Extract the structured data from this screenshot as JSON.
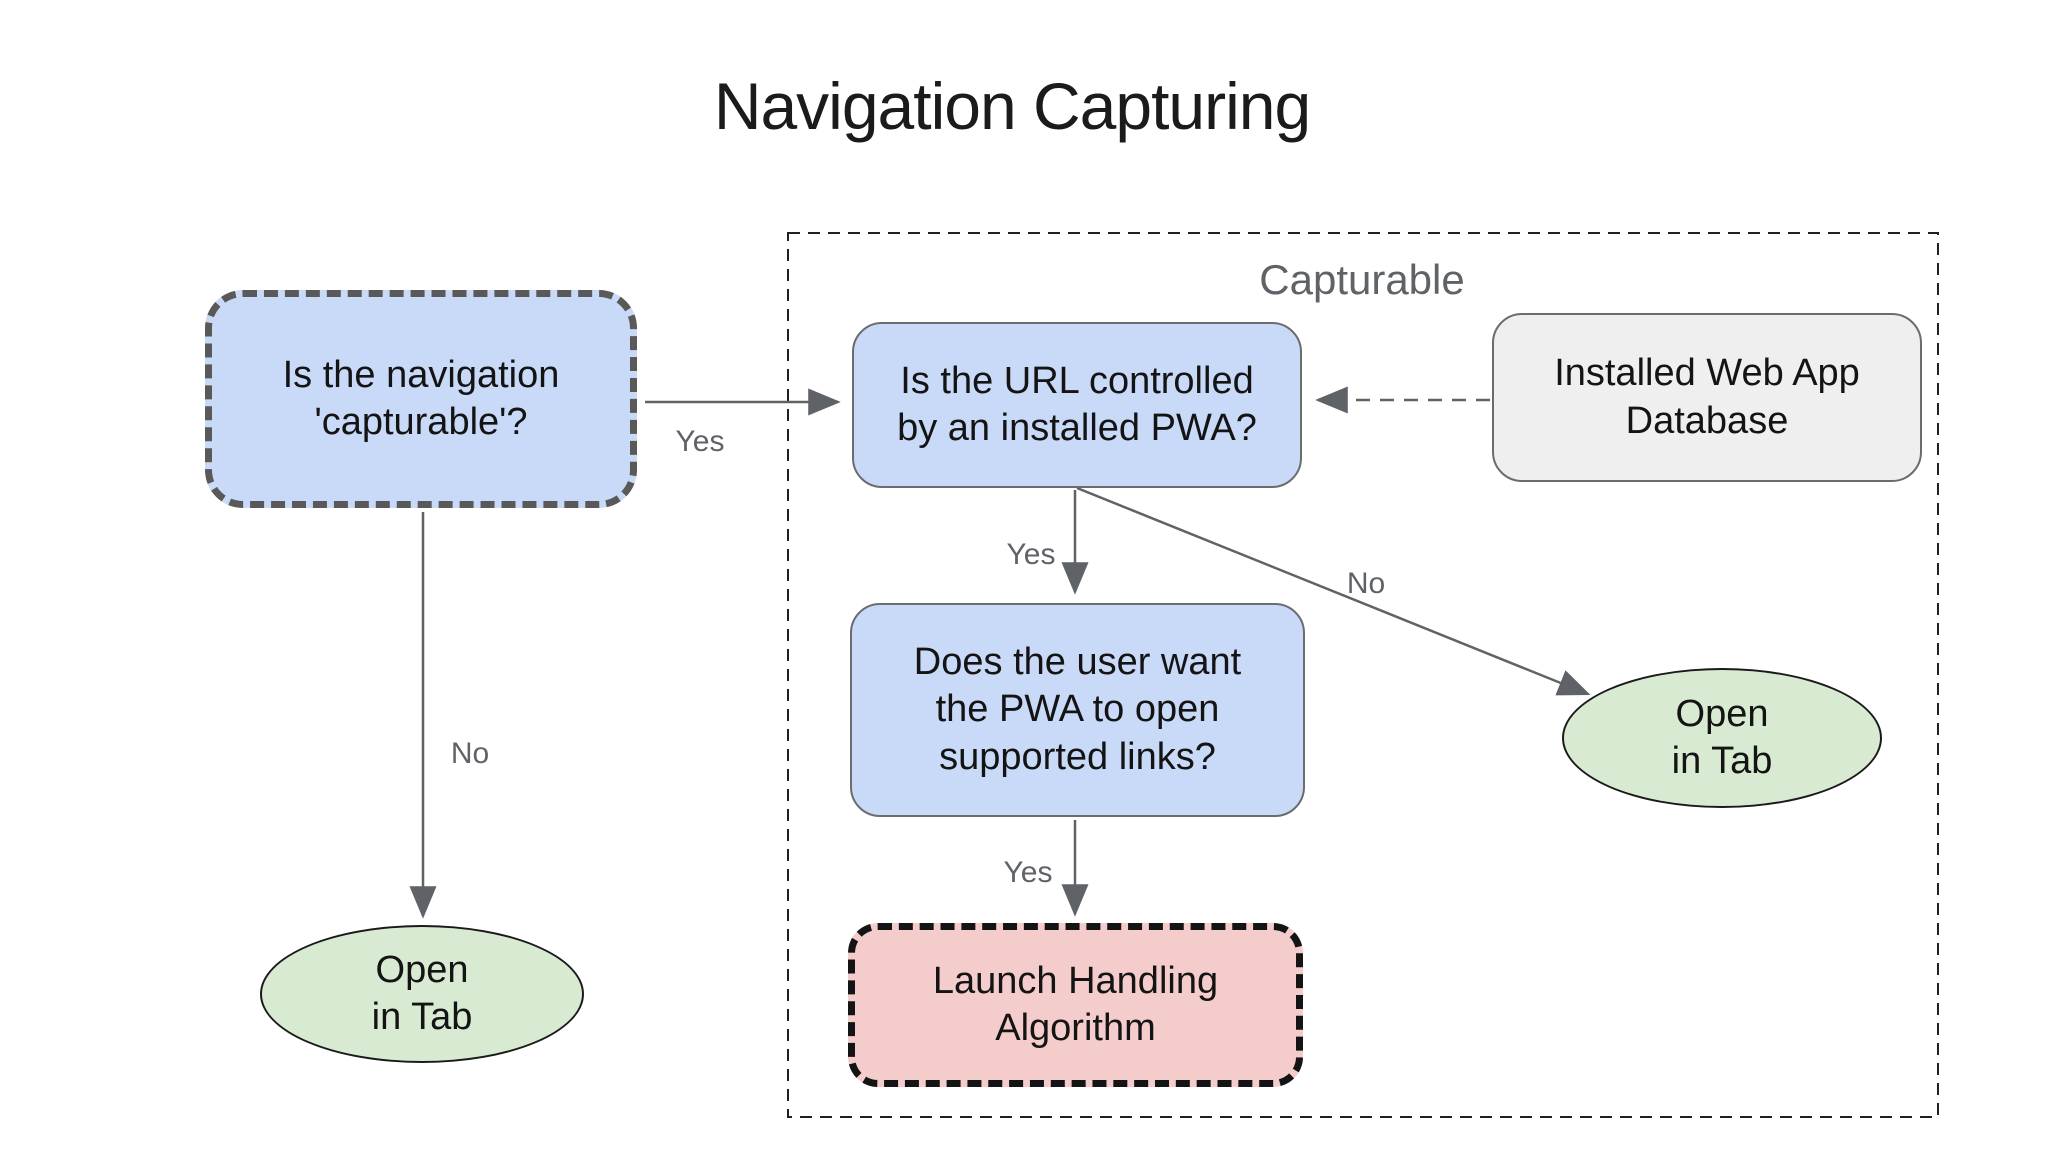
{
  "title": "Navigation Capturing",
  "group": {
    "label": "Capturable"
  },
  "nodes": {
    "capturable_question": {
      "label": "Is the navigation\n'capturable'?",
      "shape": "rounded-rect-thick-dashed"
    },
    "url_controlled_question": {
      "label": "Is the URL controlled\nby an installed PWA?",
      "shape": "rounded-rect"
    },
    "installed_db": {
      "label": "Installed Web App\nDatabase",
      "shape": "rounded-rect"
    },
    "user_want_question": {
      "label": "Does the user want\nthe PWA to open\nsupported links?",
      "shape": "rounded-rect"
    },
    "launch_handling": {
      "label": "Launch Handling\nAlgorithm",
      "shape": "rounded-rect-thick-dashed"
    },
    "open_in_tab_left": {
      "label": "Open\nin Tab",
      "shape": "ellipse"
    },
    "open_in_tab_right": {
      "label": "Open\nin Tab",
      "shape": "ellipse"
    }
  },
  "edges": {
    "capturable_yes": {
      "label": "Yes",
      "from": "capturable_question",
      "to": "url_controlled_question",
      "style": "solid"
    },
    "capturable_no": {
      "label": "No",
      "from": "capturable_question",
      "to": "open_in_tab_left",
      "style": "solid"
    },
    "db_lookup": {
      "label": "",
      "from": "installed_db",
      "to": "url_controlled_question",
      "style": "dashed"
    },
    "url_yes": {
      "label": "Yes",
      "from": "url_controlled_question",
      "to": "user_want_question",
      "style": "solid"
    },
    "url_no": {
      "label": "No",
      "from": "url_controlled_question",
      "to": "open_in_tab_right",
      "style": "solid"
    },
    "user_yes": {
      "label": "Yes",
      "from": "user_want_question",
      "to": "launch_handling",
      "style": "solid"
    }
  },
  "colors": {
    "question_fill": "#c9daf8",
    "terminal_fill": "#d9ead3",
    "process_fill": "#f4cccc",
    "data_fill": "#efefef",
    "edge_stroke": "#5f6368",
    "group_border": "#212121",
    "label_text": "#5f6368",
    "node_text": "#141414"
  }
}
